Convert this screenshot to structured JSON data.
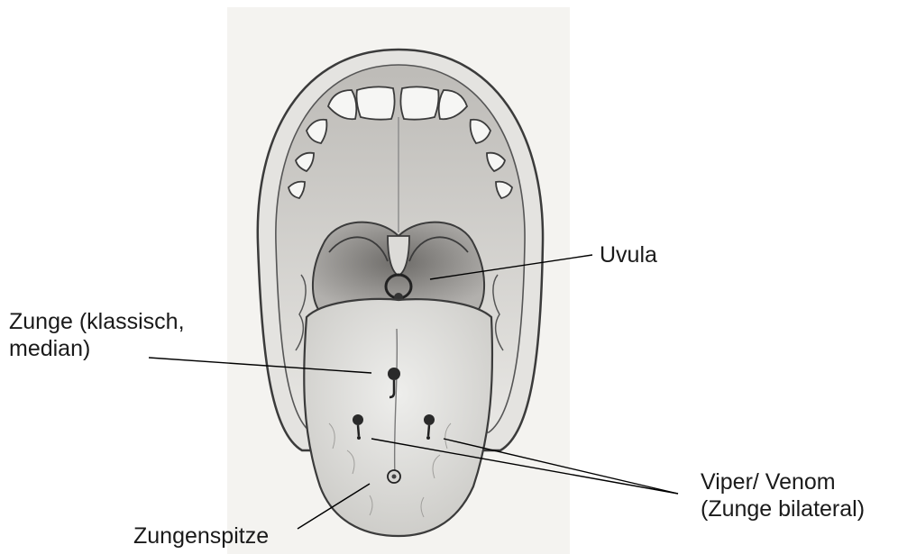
{
  "labels": {
    "uvula": "Uvula",
    "zunge_line1": "Zunge (klassisch,",
    "zunge_line2": "median)",
    "viper_line1": "Viper/ Venom",
    "viper_line2": "(Zunge bilateral)",
    "zungenspitze": "Zungenspitze"
  },
  "colors": {
    "paper": "#f4f3f0",
    "pencil": "#3b3b3b",
    "shade": "#8a8a8a",
    "tongue": "#d9d8d5",
    "throat": "#9a9895"
  }
}
